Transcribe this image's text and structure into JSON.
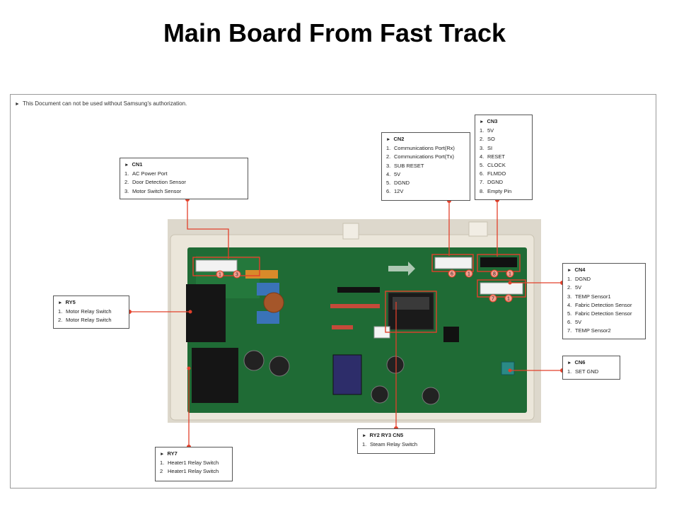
{
  "title": "Main Board From Fast Track",
  "notice": "This Document can not be used without Samsung's authorization.",
  "colors": {
    "leader": "#e2402b",
    "board": "#1f6b35",
    "frame": "#e8e2d6"
  },
  "callouts": {
    "cn1": {
      "header": "CN1",
      "items": [
        {
          "n": "1.",
          "text": "AC Power Port"
        },
        {
          "n": "2.",
          "text": "Door Detection Sensor"
        },
        {
          "n": "3.",
          "text": "Motor Switch Sensor"
        }
      ]
    },
    "cn2": {
      "header": "CN2",
      "items": [
        {
          "n": "1.",
          "text": "Communications Port(Rx)"
        },
        {
          "n": "2.",
          "text": "Communications Port(Tx)"
        },
        {
          "n": "3.",
          "text": "SUB RESET"
        },
        {
          "n": "4.",
          "text": "5V"
        },
        {
          "n": "5.",
          "text": "DGND"
        },
        {
          "n": "6.",
          "text": "12V"
        }
      ]
    },
    "cn3": {
      "header": "CN3",
      "items": [
        {
          "n": "1.",
          "text": "5V"
        },
        {
          "n": "2.",
          "text": "SO"
        },
        {
          "n": "3.",
          "text": "SI"
        },
        {
          "n": "4.",
          "text": "RESET"
        },
        {
          "n": "5.",
          "text": "CLOCK"
        },
        {
          "n": "6.",
          "text": "FLMDO"
        },
        {
          "n": "7.",
          "text": "DGND"
        },
        {
          "n": "8.",
          "text": "Empty Pin"
        }
      ]
    },
    "cn4": {
      "header": "CN4",
      "items": [
        {
          "n": "1.",
          "text": "DGND"
        },
        {
          "n": "2.",
          "text": "5V"
        },
        {
          "n": "3.",
          "text": "TEMP Sensor1"
        },
        {
          "n": "4.",
          "text": "Fabric Detection Sensor"
        },
        {
          "n": "5.",
          "text": "Fabric Detection Sensor"
        },
        {
          "n": "6.",
          "text": "5V"
        },
        {
          "n": "7.",
          "text": "TEMP Sensor2"
        }
      ]
    },
    "cn6": {
      "header": "CN6",
      "items": [
        {
          "n": "1.",
          "text": "SET GND"
        }
      ]
    },
    "ry5": {
      "header": "RY5",
      "items": [
        {
          "n": "1.",
          "text": "Motor Relay Switch"
        },
        {
          "n": "2.",
          "text": "Motor Relay Switch"
        }
      ]
    },
    "ry7": {
      "header": "RY7",
      "items": [
        {
          "n": "1.",
          "text": "Heater1 Relay Switch"
        },
        {
          "n": "2",
          "text": "Heater1 Relay Switch"
        }
      ]
    },
    "ry2": {
      "header": "RY2  RY3  CN5",
      "items": [
        {
          "n": "1.",
          "text": "Steam Relay Switch"
        }
      ]
    }
  },
  "pin_marks": {
    "cn1_a": "1",
    "cn1_b": "3",
    "cn2_a": "6",
    "cn2_b": "1",
    "cn3_a": "8",
    "cn3_b": "1",
    "cn4_a": "7",
    "cn4_b": "1"
  }
}
